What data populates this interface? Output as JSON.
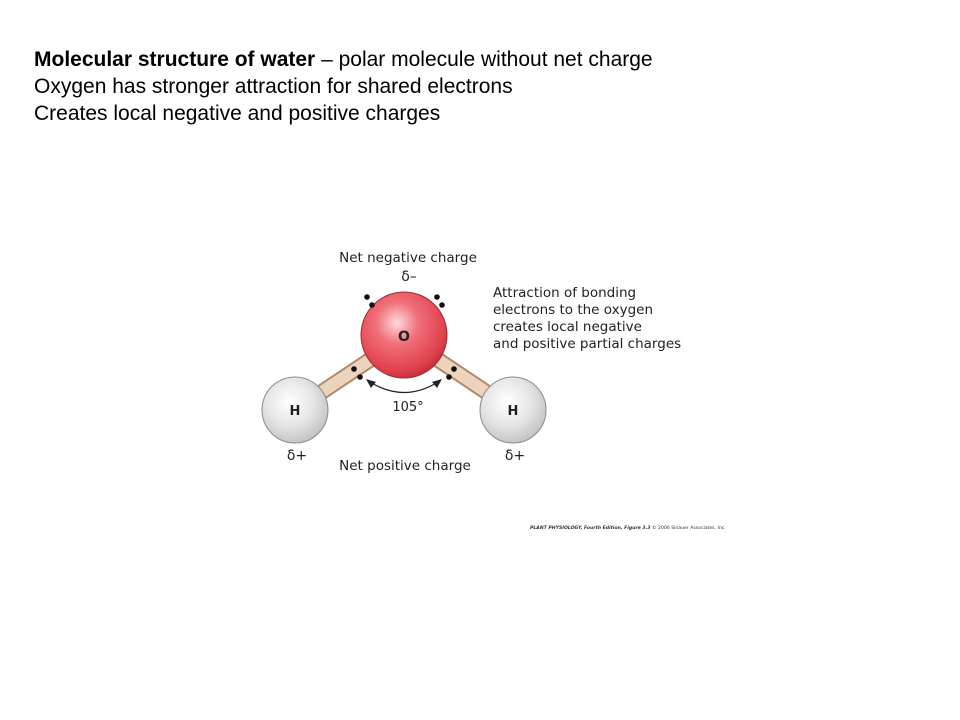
{
  "slide": {
    "line1_bold": "Molecular structure of water",
    "line1_rest": " – polar molecule without net charge",
    "line2": "Oxygen has stronger attraction for shared electrons",
    "line3": "Creates local negative and positive charges"
  },
  "diagram": {
    "net_negative_label": "Net negative charge",
    "delta_minus": "δ–",
    "oxygen_label": "O",
    "hydrogen_left_label": "H",
    "hydrogen_right_label": "H",
    "angle_label": "105°",
    "delta_plus_left": "δ+",
    "delta_plus_right": "δ+",
    "net_positive_label": "Net positive charge",
    "annotation_lines": [
      "Attraction of bonding",
      "electrons to the oxygen",
      "creates local negative",
      "and positive partial charges"
    ],
    "credit_bold": "PLANT PHYSIOLOGY, Fourth Edition, Figure 3.3",
    "credit_rest": "  © 2006 Sinauer Associates, Inc.",
    "colors": {
      "oxygen": "#e0404d",
      "hydrogen": "#d9d9d9",
      "bond": "#e8c9ac"
    }
  }
}
